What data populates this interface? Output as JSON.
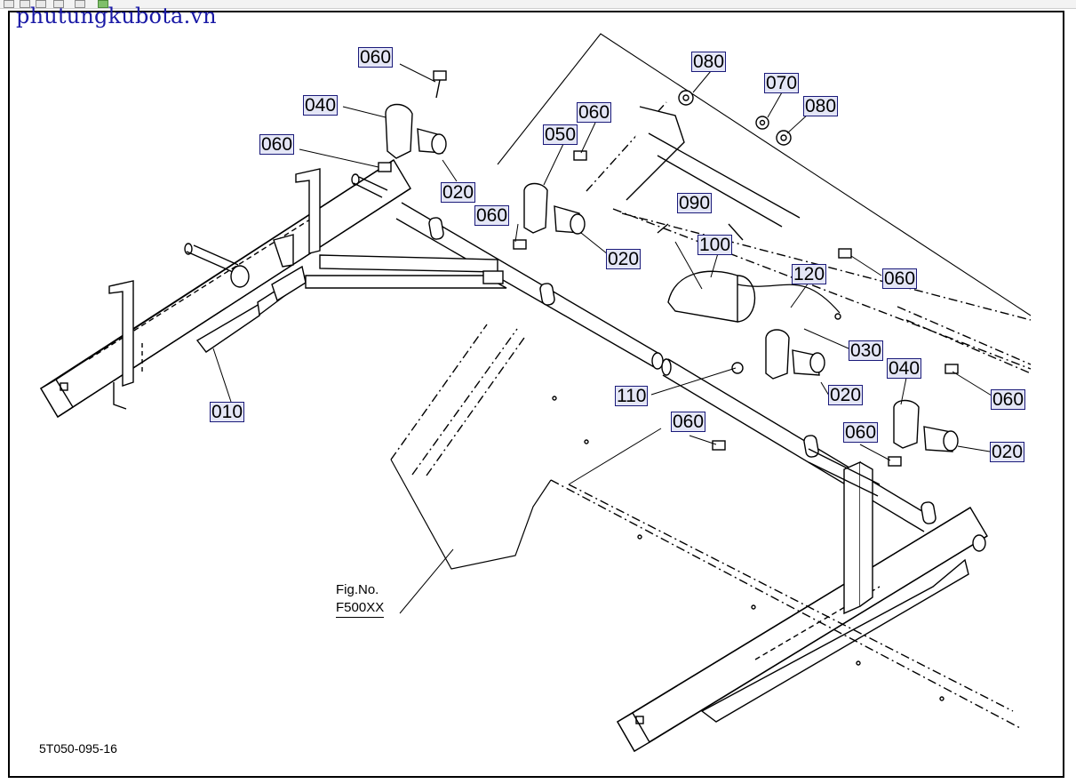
{
  "watermark": "phutungkubota.vn",
  "drawing_code": "5T050-095-16",
  "figure": {
    "line1": "Fig.No.",
    "line2": "F500XX"
  },
  "callouts": [
    {
      "name": "callout-060-a",
      "text": "060"
    },
    {
      "name": "callout-040-a",
      "text": "040"
    },
    {
      "name": "callout-060-b",
      "text": "060"
    },
    {
      "name": "callout-020-a",
      "text": "020"
    },
    {
      "name": "callout-060-c",
      "text": "060"
    },
    {
      "name": "callout-050",
      "text": "050"
    },
    {
      "name": "callout-060-d",
      "text": "060"
    },
    {
      "name": "callout-020-b",
      "text": "020"
    },
    {
      "name": "callout-080-a",
      "text": "080"
    },
    {
      "name": "callout-070",
      "text": "070"
    },
    {
      "name": "callout-080-b",
      "text": "080"
    },
    {
      "name": "callout-090",
      "text": "090"
    },
    {
      "name": "callout-100",
      "text": "100"
    },
    {
      "name": "callout-120",
      "text": "120"
    },
    {
      "name": "callout-060-e",
      "text": "060"
    },
    {
      "name": "callout-030",
      "text": "030"
    },
    {
      "name": "callout-040-b",
      "text": "040"
    },
    {
      "name": "callout-060-f",
      "text": "060"
    },
    {
      "name": "callout-020-c",
      "text": "020"
    },
    {
      "name": "callout-110",
      "text": "110"
    },
    {
      "name": "callout-060-g",
      "text": "060"
    },
    {
      "name": "callout-060-h",
      "text": "060"
    },
    {
      "name": "callout-020-d",
      "text": "020"
    },
    {
      "name": "callout-010",
      "text": "010"
    }
  ]
}
